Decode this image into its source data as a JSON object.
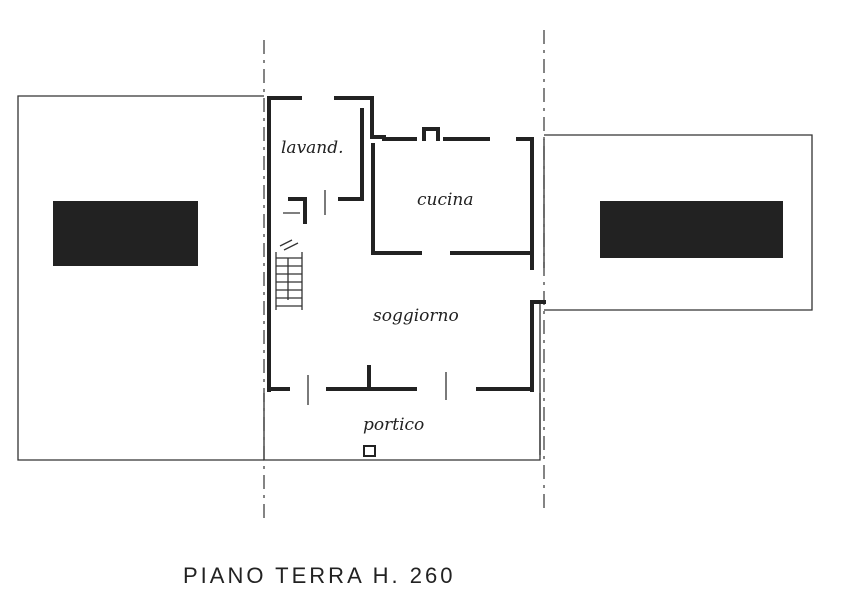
{
  "rooms": {
    "lavand": "lavand.",
    "cucina": "cucina",
    "soggiorno": "soggiorno",
    "portico": "portico"
  },
  "caption": "PIANO TERRA H. 260",
  "colors": {
    "line": "#222222",
    "fill_block": "#222222",
    "background": "#ffffff"
  }
}
